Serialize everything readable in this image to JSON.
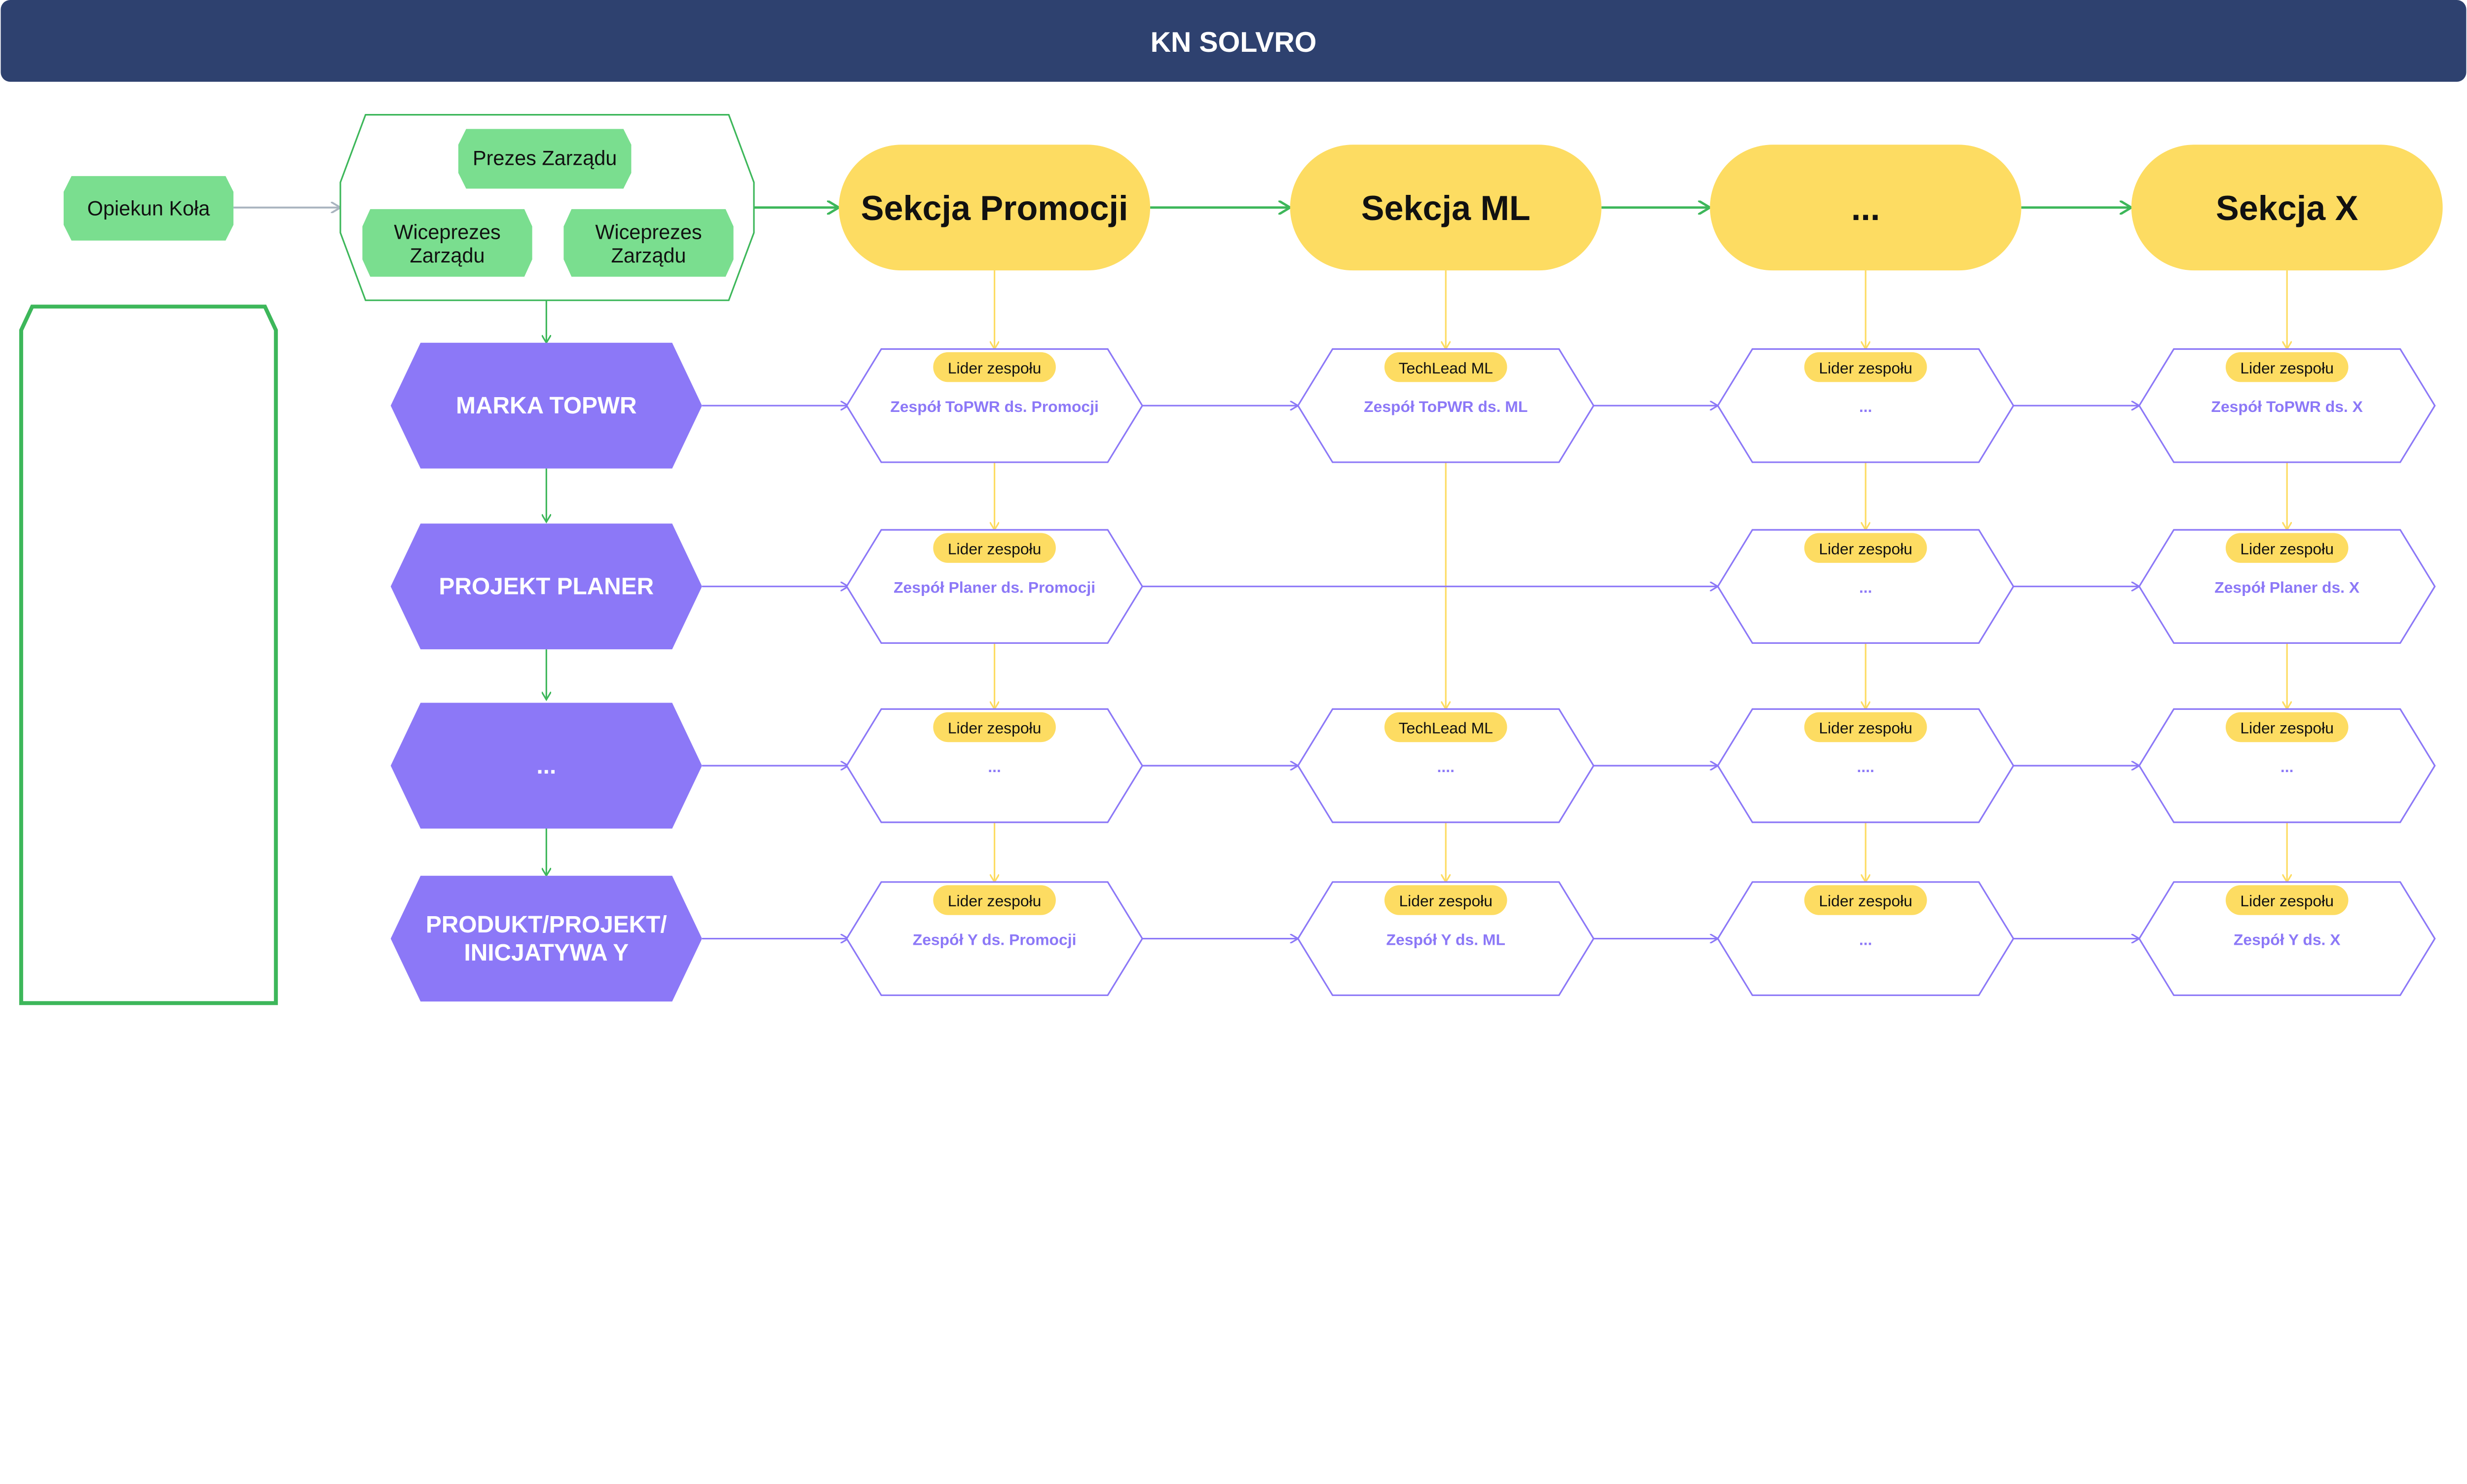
{
  "header": {
    "title": "KN SOLVRO"
  },
  "advisor": {
    "label": "Opiekun Koła"
  },
  "board": {
    "president": "Prezes Zarządu",
    "vice_presidents": [
      {
        "line1": "Wiceprezes",
        "line2": "Zarządu"
      },
      {
        "line1": "Wiceprezes",
        "line2": "Zarządu"
      }
    ]
  },
  "sections": [
    "Sekcja Promocji",
    "Sekcja ML",
    "...",
    "Sekcja X"
  ],
  "projects": [
    {
      "lines": [
        "MARKA TOPWR"
      ]
    },
    {
      "lines": [
        "PROJEKT PLANER"
      ]
    },
    {
      "lines": [
        "..."
      ]
    },
    {
      "lines": [
        "PRODUKT/PROJEKT/",
        "INICJATYWA Y"
      ]
    }
  ],
  "teams": [
    [
      {
        "leader": "Lider zespołu",
        "name": "Zespół ToPWR ds. Promocji"
      },
      {
        "leader": "TechLead ML",
        "name": "Zespół ToPWR ds. ML"
      },
      {
        "leader": "Lider zespołu",
        "name": "..."
      },
      {
        "leader": "Lider zespołu",
        "name": "Zespół ToPWR ds. X"
      }
    ],
    [
      {
        "leader": "Lider zespołu",
        "name": "Zespół Planer ds. Promocji"
      },
      null,
      {
        "leader": "Lider zespołu",
        "name": "..."
      },
      {
        "leader": "Lider zespołu",
        "name": "Zespół Planer ds. X"
      }
    ],
    [
      {
        "leader": "Lider zespołu",
        "name": "..."
      },
      {
        "leader": "TechLead ML",
        "name": "...."
      },
      {
        "leader": "Lider zespołu",
        "name": "...."
      },
      {
        "leader": "Lider zespołu",
        "name": "..."
      }
    ],
    [
      {
        "leader": "Lider zespołu",
        "name": "Zespół Y ds. Promocji"
      },
      {
        "leader": "Lider zespołu",
        "name": "Zespół Y ds. ML"
      },
      {
        "leader": "Lider zespołu",
        "name": "..."
      },
      {
        "leader": "Lider zespołu",
        "name": "Zespół  Y ds. X"
      }
    ]
  ],
  "colors": {
    "header": "#2e416f",
    "green_fill": "#7ade8f",
    "green_stroke": "#3db75a",
    "yellow": "#fddc62",
    "purple": "#8c78f7",
    "grey": "#a9b4bf"
  }
}
